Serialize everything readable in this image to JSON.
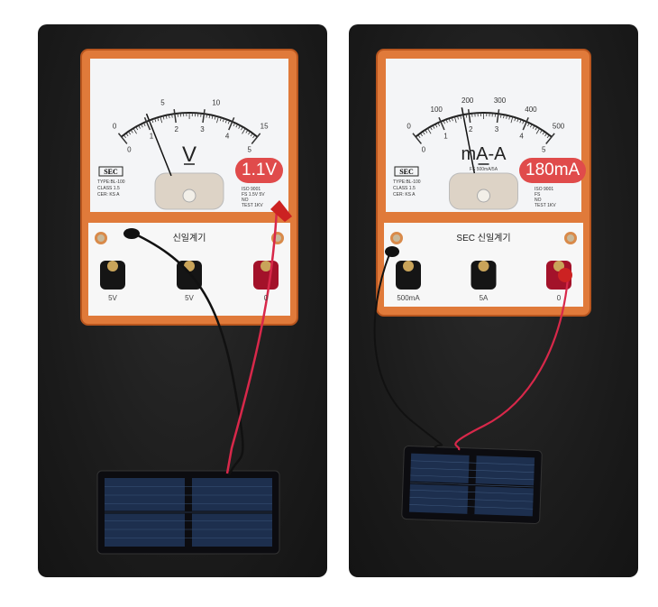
{
  "colors": {
    "background": "#1c1c1c",
    "frame": "#e07a3a",
    "face": "#f4f5f7",
    "badge": "#e04b4b",
    "red_wire": "#d8284a",
    "black_wire": "#111111"
  },
  "meters": [
    {
      "id": "voltmeter",
      "unit_symbol": "V",
      "brand": "SEC",
      "spec_lines": [
        "TYPE:BL-100",
        "CLASS 1.5",
        "CER: KS A"
      ],
      "right_lines": [
        "ISO 9001",
        "FS 1.5V 5V",
        "NO",
        "TEST 1KV"
      ],
      "maker": "신일계기",
      "top_scale": [
        "0",
        "5",
        "10",
        "15"
      ],
      "bottom_scale": [
        "0",
        "1",
        "2",
        "3",
        "4",
        "5"
      ],
      "reading_fraction": 0.22,
      "badge": "1.1V",
      "terminals": [
        {
          "label": "5V",
          "color": "black"
        },
        {
          "label": "5V",
          "color": "black"
        },
        {
          "label": "0",
          "color": "red"
        }
      ]
    },
    {
      "id": "ammeter",
      "unit_symbol": "mA-A",
      "brand": "SEC",
      "spec_lines": [
        "TYPE:BL-100",
        "CLASS 1.5",
        "CER: KS A"
      ],
      "right_lines": [
        "ISO 9001",
        "FS",
        "NO",
        "TEST 1KV"
      ],
      "fs_line": "FS 500mA/5A",
      "maker": "SEC 신일계기",
      "top_scale": [
        "0",
        "100",
        "200",
        "300",
        "400",
        "500"
      ],
      "bottom_scale": [
        "0",
        "1",
        "2",
        "3",
        "4",
        "5"
      ],
      "reading_fraction": 0.36,
      "badge": "180mA",
      "terminals": [
        {
          "label": "500mA",
          "color": "black"
        },
        {
          "label": "5A",
          "color": "black"
        },
        {
          "label": "0",
          "color": "red"
        }
      ]
    }
  ]
}
